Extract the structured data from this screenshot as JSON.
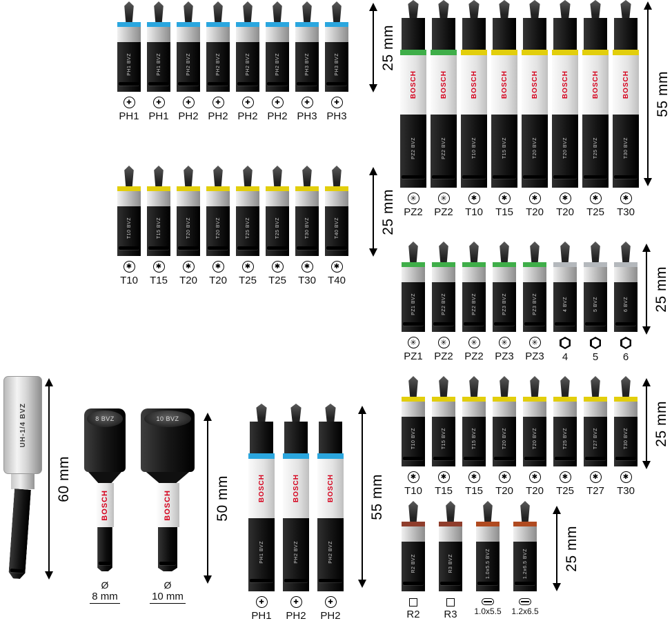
{
  "brand": "BOSCH",
  "colors": {
    "bosch_red": "#D6001C",
    "ph_band": "#2BA6DE",
    "pz_band": "#3FAE49",
    "torx_band": "#E2CE0C",
    "hex_band": "#B4B8BC",
    "square_band": "#8F3D2C",
    "slot_band": "#B04A20"
  },
  "icon_glyphs": {
    "phillips": "✚",
    "pozidriv": "✳",
    "torx": "✱",
    "hex": "",
    "square": "",
    "slot": ""
  },
  "groups": [
    {
      "name": "ph-bits-25mm",
      "style": "short",
      "dim": "25 mm",
      "bits": [
        {
          "label": "PH1",
          "icon": "phillips",
          "band": "#2BA6DE",
          "shank": "PH1 BVZ"
        },
        {
          "label": "PH1",
          "icon": "phillips",
          "band": "#2BA6DE",
          "shank": "PH1 BVZ"
        },
        {
          "label": "PH2",
          "icon": "phillips",
          "band": "#2BA6DE",
          "shank": "PH2 BVZ"
        },
        {
          "label": "PH2",
          "icon": "phillips",
          "band": "#2BA6DE",
          "shank": "PH2 BVZ"
        },
        {
          "label": "PH2",
          "icon": "phillips",
          "band": "#2BA6DE",
          "shank": "PH2 BVZ"
        },
        {
          "label": "PH2",
          "icon": "phillips",
          "band": "#2BA6DE",
          "shank": "PH2 BVZ"
        },
        {
          "label": "PH3",
          "icon": "phillips",
          "band": "#2BA6DE",
          "shank": "PH3 BVZ"
        },
        {
          "label": "PH3",
          "icon": "phillips",
          "band": "#2BA6DE",
          "shank": "PH3 BVZ"
        }
      ]
    },
    {
      "name": "pz-torx-bits-55mm",
      "style": "long",
      "dim": "55 mm",
      "bits": [
        {
          "label": "PZ2",
          "icon": "pozidriv",
          "band": "#3FAE49",
          "shank": "PZ2 BVZ"
        },
        {
          "label": "PZ2",
          "icon": "pozidriv",
          "band": "#3FAE49",
          "shank": "PZ2 BVZ"
        },
        {
          "label": "T10",
          "icon": "torx",
          "band": "#E2CE0C",
          "shank": "T10 BVZ"
        },
        {
          "label": "T15",
          "icon": "torx",
          "band": "#E2CE0C",
          "shank": "T15 BVZ"
        },
        {
          "label": "T20",
          "icon": "torx",
          "band": "#E2CE0C",
          "shank": "T20 BVZ"
        },
        {
          "label": "T20",
          "icon": "torx",
          "band": "#E2CE0C",
          "shank": "T20 BVZ"
        },
        {
          "label": "T25",
          "icon": "torx",
          "band": "#E2CE0C",
          "shank": "T25 BVZ"
        },
        {
          "label": "T30",
          "icon": "torx",
          "band": "#E2CE0C",
          "shank": "T30 BVZ"
        }
      ]
    },
    {
      "name": "torx-bits-25mm-a",
      "style": "short",
      "dim": "25 mm",
      "bits": [
        {
          "label": "T10",
          "icon": "torx",
          "band": "#E2CE0C",
          "shank": "T10 BVZ"
        },
        {
          "label": "T15",
          "icon": "torx",
          "band": "#E2CE0C",
          "shank": "T15 BVZ"
        },
        {
          "label": "T20",
          "icon": "torx",
          "band": "#E2CE0C",
          "shank": "T20 BVZ"
        },
        {
          "label": "T20",
          "icon": "torx",
          "band": "#E2CE0C",
          "shank": "T20 BVZ"
        },
        {
          "label": "T25",
          "icon": "torx",
          "band": "#E2CE0C",
          "shank": "T25 BVZ"
        },
        {
          "label": "T25",
          "icon": "torx",
          "band": "#E2CE0C",
          "shank": "T25 BVZ"
        },
        {
          "label": "T30",
          "icon": "torx",
          "band": "#E2CE0C",
          "shank": "T30 BVZ"
        },
        {
          "label": "T40",
          "icon": "torx",
          "band": "#E2CE0C",
          "shank": "T40 BVZ"
        }
      ]
    },
    {
      "name": "pz-hex-bits-25mm",
      "style": "short",
      "dim": "25 mm",
      "bits": [
        {
          "label": "PZ1",
          "icon": "pozidriv",
          "band": "#3FAE49",
          "shank": "PZ1 BVZ"
        },
        {
          "label": "PZ2",
          "icon": "pozidriv",
          "band": "#3FAE49",
          "shank": "PZ2 BVZ"
        },
        {
          "label": "PZ2",
          "icon": "pozidriv",
          "band": "#3FAE49",
          "shank": "PZ2 BVZ"
        },
        {
          "label": "PZ3",
          "icon": "pozidriv",
          "band": "#3FAE49",
          "shank": "PZ3 BVZ"
        },
        {
          "label": "PZ3",
          "icon": "pozidriv",
          "band": "#3FAE49",
          "shank": "PZ3 BVZ"
        },
        {
          "label": "4",
          "icon": "hex",
          "band": "#B4B8BC",
          "shank": "4 BVZ"
        },
        {
          "label": "5",
          "icon": "hex",
          "band": "#B4B8BC",
          "shank": "5 BVZ"
        },
        {
          "label": "6",
          "icon": "hex",
          "band": "#B4B8BC",
          "shank": "6 BVZ"
        }
      ]
    },
    {
      "name": "torx-bits-25mm-b",
      "style": "short",
      "dim": "25 mm",
      "bits": [
        {
          "label": "T10",
          "icon": "torx",
          "band": "#E2CE0C",
          "shank": "T10 BVZ"
        },
        {
          "label": "T15",
          "icon": "torx",
          "band": "#E2CE0C",
          "shank": "T15 BVZ"
        },
        {
          "label": "T15",
          "icon": "torx",
          "band": "#E2CE0C",
          "shank": "T15 BVZ"
        },
        {
          "label": "T20",
          "icon": "torx",
          "band": "#E2CE0C",
          "shank": "T20 BVZ"
        },
        {
          "label": "T20",
          "icon": "torx",
          "band": "#E2CE0C",
          "shank": "T20 BVZ"
        },
        {
          "label": "T25",
          "icon": "torx",
          "band": "#E2CE0C",
          "shank": "T25 BVZ"
        },
        {
          "label": "T27",
          "icon": "torx",
          "band": "#E2CE0C",
          "shank": "T27 BVZ"
        },
        {
          "label": "T30",
          "icon": "torx",
          "band": "#E2CE0C",
          "shank": "T30 BVZ"
        }
      ]
    },
    {
      "name": "square-slot-bits-25mm",
      "style": "short",
      "dim": "25 mm",
      "bits": [
        {
          "label": "R2",
          "icon": "square",
          "band": "#8F3D2C",
          "shank": "R2 BVZ"
        },
        {
          "label": "R3",
          "icon": "square",
          "band": "#8F3D2C",
          "shank": "R3 BVZ"
        },
        {
          "label": "1.0x5.5",
          "icon": "slot",
          "band": "#B04A20",
          "shank": "1.0x5.5 BVZ"
        },
        {
          "label": "1.2x6.5",
          "icon": "slot",
          "band": "#B04A20",
          "shank": "1.2x6.5 BVZ"
        }
      ]
    },
    {
      "name": "ph-bits-55mm",
      "style": "long",
      "dim": "55 mm",
      "bits": [
        {
          "label": "PH1",
          "icon": "phillips",
          "band": "#2BA6DE",
          "shank": "PH1 BVZ"
        },
        {
          "label": "PH2",
          "icon": "phillips",
          "band": "#2BA6DE",
          "shank": "PH2 BVZ"
        },
        {
          "label": "PH2",
          "icon": "phillips",
          "band": "#2BA6DE",
          "shank": "PH2 BVZ"
        }
      ]
    }
  ],
  "holder": {
    "dim": "60 mm",
    "body_text": "UH-1/4 BVZ"
  },
  "nutsetters": {
    "dim": "50 mm",
    "items": [
      {
        "face_text": "8 BVZ",
        "diameter_symbol": "Ø",
        "size_label": "8 mm"
      },
      {
        "face_text": "10 BVZ",
        "diameter_symbol": "Ø",
        "size_label": "10 mm"
      }
    ]
  }
}
